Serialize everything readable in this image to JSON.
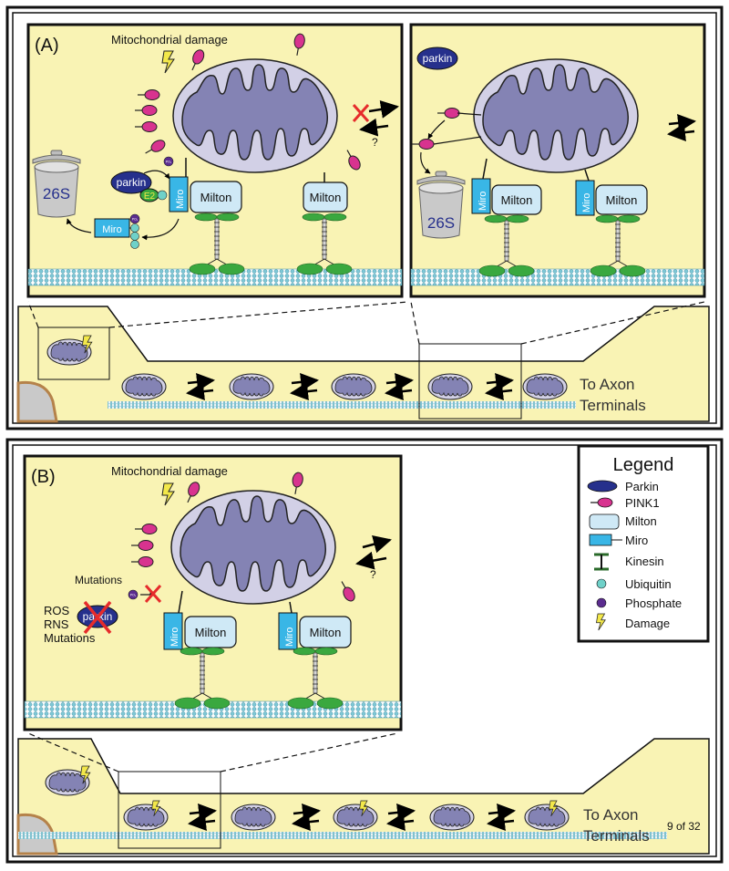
{
  "colors": {
    "panel_fill": "#f9f3b4",
    "mito_outer": "#d2d0e6",
    "mito_inner": "#8483b4",
    "pink1": "#d8338f",
    "parkin": "#26308c",
    "milton": "#cfe9f6",
    "miro": "#39b6e6",
    "kinesin_foot": "#3aa83f",
    "ubiquitin": "#6fd1c9",
    "phosphate": "#5b2c8f",
    "microtubule": "#7ec7d6",
    "damage": "#f3e84a",
    "cross": "#e62b2b"
  },
  "panel_a": {
    "label": "(A)",
    "damage_title": "Mitochondrial damage",
    "parkin": "parkin",
    "e2": "E2",
    "miro": "Miro",
    "milton": "Milton",
    "proteasome": "26S",
    "question": "?",
    "phosphate": "PO₄"
  },
  "panel_b": {
    "label": "(B)",
    "damage_title": "Mitochondrial damage",
    "mutations": "Mutations",
    "ros": "ROS",
    "rns": "RNS",
    "mutations2": "Mutations",
    "parkin": "parkin",
    "miro": "Miro",
    "milton": "Milton",
    "question": "?",
    "phosphate": "PO₄"
  },
  "axon": {
    "label_line1": "To Axon",
    "label_line2": "Terminals"
  },
  "legend": {
    "title": "Legend",
    "items": {
      "parkin": "Parkin",
      "pink1": "PINK1",
      "milton": "Milton",
      "miro": "Miro",
      "kinesin": "Kinesin",
      "ubiquitin": "Ubiquitin",
      "phosphate": "Phosphate",
      "damage": "Damage"
    }
  },
  "page_number": "9 of 32"
}
